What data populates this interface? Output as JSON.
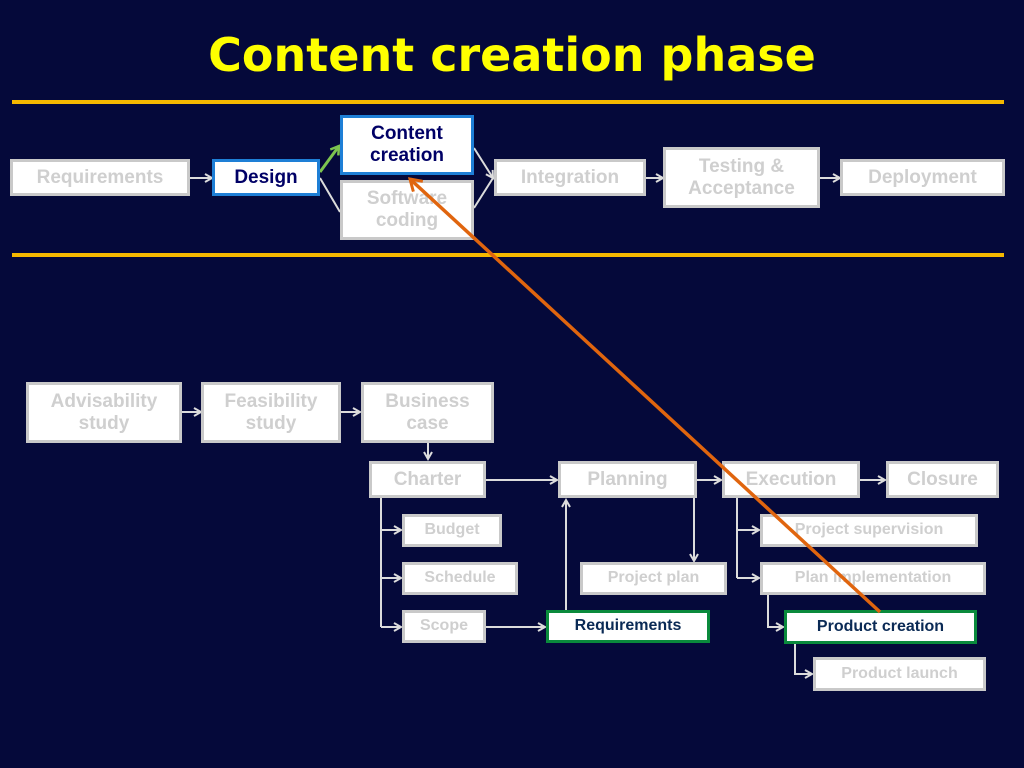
{
  "title": "Content creation phase",
  "colors": {
    "background": "#05093a",
    "title": "#ffff00",
    "rule": "#f5b800",
    "active_blue_border": "#1e7fd6",
    "active_green_border": "#0a8a3c",
    "highlight_arrow": "#e0650e",
    "green_arrow": "#7dc44f"
  },
  "top_flow": {
    "requirements": "Requirements",
    "design": "Design",
    "content_creation": "Content creation",
    "software_coding": "Software coding",
    "integration": "Integration",
    "testing_acceptance": "Testing & Acceptance",
    "deployment": "Deployment"
  },
  "bottom_flow": {
    "advisability_study": "Advisability study",
    "feasibility_study": "Feasibility study",
    "business_case": "Business case",
    "charter": "Charter",
    "planning": "Planning",
    "execution": "Execution",
    "closure": "Closure",
    "budget": "Budget",
    "schedule": "Schedule",
    "scope": "Scope",
    "requirements": "Requirements",
    "project_plan": "Project plan",
    "project_supervision": "Project supervision",
    "plan_implementation": "Plan implementation",
    "product_creation": "Product creation",
    "product_launch": "Product launch"
  }
}
